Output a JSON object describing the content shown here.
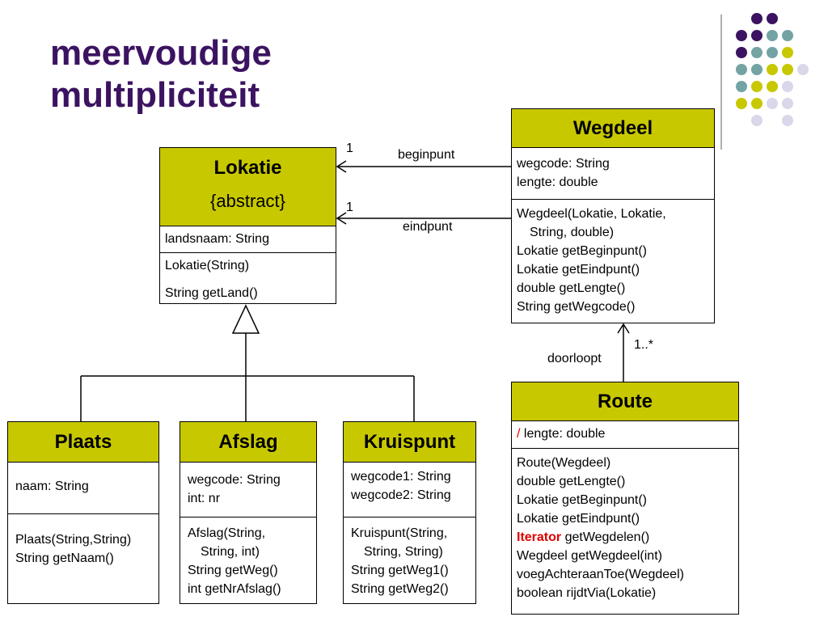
{
  "title": {
    "line1": "meervoudige",
    "line2": "multipliciteit"
  },
  "colors": {
    "title": "#3c1361",
    "class_header": "#c8c800",
    "accent_red": "#e00000",
    "dot_purple": "#3c1361",
    "dot_teal": "#74a3a3",
    "dot_yellow": "#c8c800",
    "dot_lavender": "#d8d8ea",
    "divider": "#b0b0b0"
  },
  "classes": {
    "lokatie": {
      "name": "Lokatie",
      "stereotype": "{abstract}",
      "attributes": [
        "landsnaam: String"
      ],
      "methods": [
        "Lokatie(String)",
        "String getLand()"
      ]
    },
    "wegdeel": {
      "name": "Wegdeel",
      "attributes": [
        "wegcode: String",
        "lengte: double"
      ],
      "methods": [
        "Wegdeel(Lokatie, Lokatie,",
        "String, double)",
        "Lokatie getBeginpunt()",
        "Lokatie getEindpunt()",
        "double getLengte()",
        "String getWegcode()"
      ]
    },
    "route": {
      "name": "Route",
      "derived_marker": "/",
      "attribute": "lengte: double",
      "methods": [
        "Route(Wegdeel)",
        "double getLengte()",
        "Lokatie getBeginpunt()",
        "Lokatie getEindpunt()"
      ],
      "iterator_keyword": "Iterator",
      "iterator_method": "getWegdelen()",
      "methods_after": [
        "Wegdeel getWegdeel(int)",
        "voegAchteraanToe(Wegdeel)",
        "boolean rijdtVia(Lokatie)"
      ]
    },
    "plaats": {
      "name": "Plaats",
      "attributes": [
        "naam: String"
      ],
      "methods": [
        "Plaats(String,String)",
        "String getNaam()"
      ]
    },
    "afslag": {
      "name": "Afslag",
      "attributes": [
        "wegcode: String",
        "int: nr"
      ],
      "methods": [
        "Afslag(String,",
        "String, int)",
        "String getWeg()",
        "int getNrAfslag()"
      ]
    },
    "kruispunt": {
      "name": "Kruispunt",
      "attributes": [
        "wegcode1: String",
        "wegcode2: String"
      ],
      "methods": [
        "Kruispunt(String,",
        "String, String)",
        "String getWeg1()",
        "String getWeg2()"
      ]
    }
  },
  "associations": {
    "beginpunt": {
      "label": "beginpunt",
      "multiplicity": "1"
    },
    "eindpunt": {
      "label": "eindpunt",
      "multiplicity": "1"
    },
    "doorloopt": {
      "label": "doorloopt",
      "multiplicity": "1..*"
    }
  }
}
